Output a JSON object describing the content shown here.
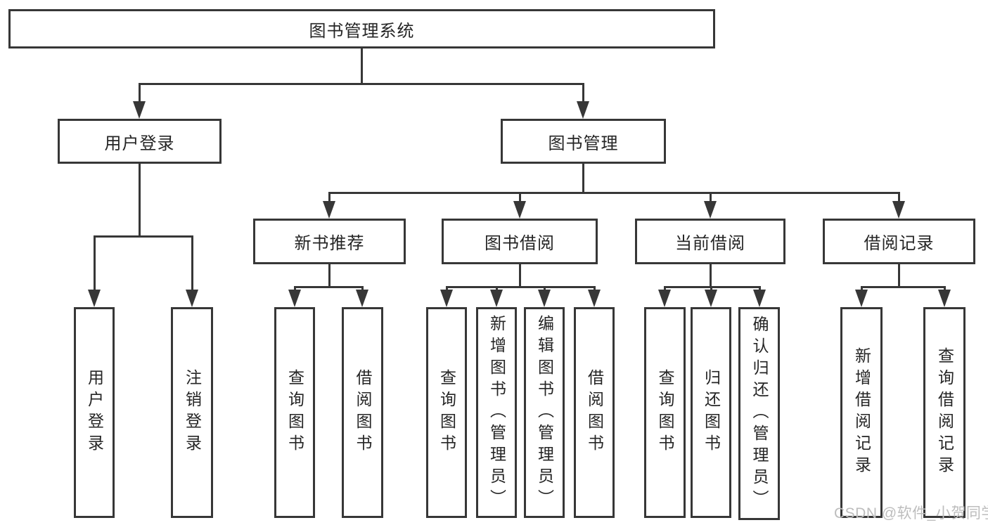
{
  "diagram": {
    "watermark": "CSDN @软件_小贺同学",
    "colors": {
      "background": "#ffffff",
      "box_border": "#373737",
      "connector_line": "#373737",
      "text": "#252525",
      "watermark_text": "#bdbdbd"
    },
    "nodes": {
      "root": {
        "label": "图书管理系统"
      },
      "user_login_branch": {
        "label": "用户登录"
      },
      "book_mgmt": {
        "label": "图书管理"
      },
      "new_books": {
        "label": "新书推荐"
      },
      "book_borrow": {
        "label": "图书借阅"
      },
      "current_borrow": {
        "label": "当前借阅"
      },
      "borrow_records": {
        "label": "借阅记录"
      },
      "leaf_user_login": {
        "label": "用户登录"
      },
      "leaf_logout": {
        "label": "注销登录"
      },
      "leaf_nb_query": {
        "label": "查询图书"
      },
      "leaf_nb_borrow": {
        "label": "借阅图书"
      },
      "leaf_bb_query": {
        "label": "查询图书"
      },
      "leaf_bb_add": {
        "label": "新增图书（管理员）"
      },
      "leaf_bb_edit": {
        "label": "编辑图书（管理员）"
      },
      "leaf_bb_borrow": {
        "label": "借阅图书"
      },
      "leaf_cb_query": {
        "label": "查询图书"
      },
      "leaf_cb_return": {
        "label": "归还图书"
      },
      "leaf_cb_confirm": {
        "label": "确认归还（管理员）"
      },
      "leaf_br_add": {
        "label": "新增借阅记录"
      },
      "leaf_br_query": {
        "label": "查询借阅记录"
      }
    },
    "hierarchy": {
      "root": [
        "user_login_branch",
        "book_mgmt"
      ],
      "user_login_branch": [
        "leaf_user_login",
        "leaf_logout"
      ],
      "book_mgmt": [
        "new_books",
        "book_borrow",
        "current_borrow",
        "borrow_records"
      ],
      "new_books": [
        "leaf_nb_query",
        "leaf_nb_borrow"
      ],
      "book_borrow": [
        "leaf_bb_query",
        "leaf_bb_add",
        "leaf_bb_edit",
        "leaf_bb_borrow"
      ],
      "current_borrow": [
        "leaf_cb_query",
        "leaf_cb_return",
        "leaf_cb_confirm"
      ],
      "borrow_records": [
        "leaf_br_add",
        "leaf_br_query"
      ]
    }
  }
}
